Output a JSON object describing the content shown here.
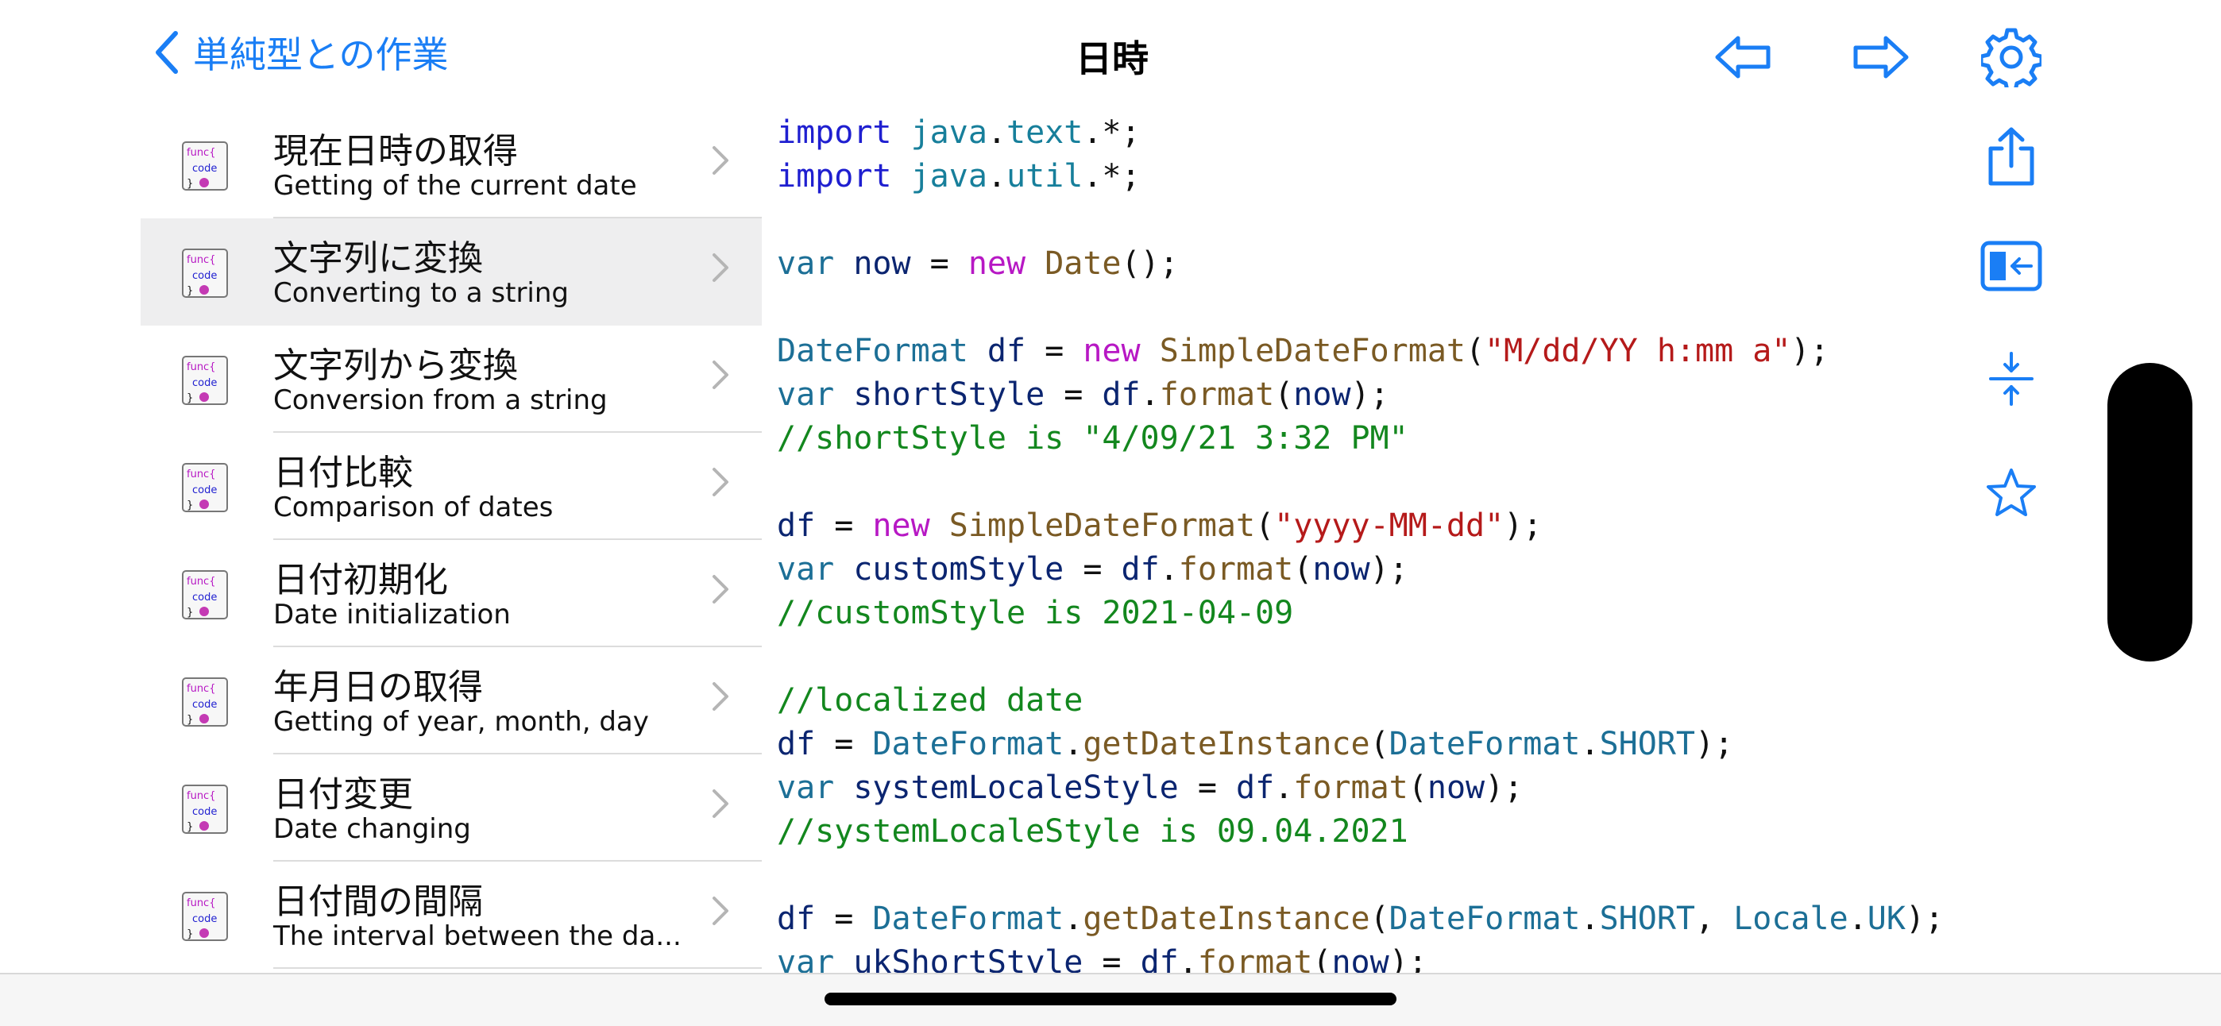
{
  "nav": {
    "back_label": "単純型との作業",
    "title": "日時",
    "icons": [
      "arrow-left-icon",
      "arrow-right-icon",
      "gear-icon"
    ]
  },
  "list": {
    "items": [
      {
        "jp": "現在日時の取得",
        "en": "Getting of the current date",
        "selected": false
      },
      {
        "jp": "文字列に変換",
        "en": "Converting to a string",
        "selected": true
      },
      {
        "jp": "文字列から変換",
        "en": "Conversion from a string",
        "selected": false
      },
      {
        "jp": "日付比較",
        "en": "Comparison of dates",
        "selected": false
      },
      {
        "jp": "日付初期化",
        "en": "Date initialization",
        "selected": false
      },
      {
        "jp": "年月日の取得",
        "en": "Getting of year, month, day",
        "selected": false
      },
      {
        "jp": "日付変更",
        "en": "Date changing",
        "selected": false
      },
      {
        "jp": "日付間の間隔",
        "en": "The interval between the da...",
        "selected": false
      }
    ],
    "thumb": {
      "line1": "func{",
      "line2": "code",
      "line3": "}"
    }
  },
  "code": {
    "lines": [
      [
        [
          "kw",
          "import"
        ],
        [
          "pl",
          " "
        ],
        [
          "pk",
          "java"
        ],
        [
          "pl",
          "."
        ],
        [
          "pk",
          "text"
        ],
        [
          "pl",
          ".*;"
        ]
      ],
      [
        [
          "kw",
          "import"
        ],
        [
          "pl",
          " "
        ],
        [
          "pk",
          "java"
        ],
        [
          "pl",
          "."
        ],
        [
          "pk",
          "util"
        ],
        [
          "pl",
          ".*;"
        ]
      ],
      [],
      [
        [
          "ty",
          "var"
        ],
        [
          "pl",
          " "
        ],
        [
          "id",
          "now"
        ],
        [
          "pl",
          " = "
        ],
        [
          "nw",
          "new"
        ],
        [
          "pl",
          " "
        ],
        [
          "cl",
          "Date"
        ],
        [
          "pl",
          "();"
        ]
      ],
      [],
      [
        [
          "ty",
          "DateFormat"
        ],
        [
          "pl",
          " "
        ],
        [
          "id",
          "df"
        ],
        [
          "pl",
          " = "
        ],
        [
          "nw",
          "new"
        ],
        [
          "pl",
          " "
        ],
        [
          "cl",
          "SimpleDateFormat"
        ],
        [
          "pl",
          "("
        ],
        [
          "st",
          "\"M/dd/YY h:mm a\""
        ],
        [
          "pl",
          ");"
        ]
      ],
      [
        [
          "ty",
          "var"
        ],
        [
          "pl",
          " "
        ],
        [
          "id",
          "shortStyle"
        ],
        [
          "pl",
          " = "
        ],
        [
          "id",
          "df"
        ],
        [
          "pl",
          "."
        ],
        [
          "cl",
          "format"
        ],
        [
          "pl",
          "("
        ],
        [
          "id",
          "now"
        ],
        [
          "pl",
          ");"
        ]
      ],
      [
        [
          "cm",
          "//shortStyle is \"4/09/21 3:32 PM\""
        ]
      ],
      [],
      [
        [
          "id",
          "df"
        ],
        [
          "pl",
          " = "
        ],
        [
          "nw",
          "new"
        ],
        [
          "pl",
          " "
        ],
        [
          "cl",
          "SimpleDateFormat"
        ],
        [
          "pl",
          "("
        ],
        [
          "st",
          "\"yyyy-MM-dd\""
        ],
        [
          "pl",
          ");"
        ]
      ],
      [
        [
          "ty",
          "var"
        ],
        [
          "pl",
          " "
        ],
        [
          "id",
          "customStyle"
        ],
        [
          "pl",
          " = "
        ],
        [
          "id",
          "df"
        ],
        [
          "pl",
          "."
        ],
        [
          "cl",
          "format"
        ],
        [
          "pl",
          "("
        ],
        [
          "id",
          "now"
        ],
        [
          "pl",
          ");"
        ]
      ],
      [
        [
          "cm",
          "//customStyle is 2021-04-09"
        ]
      ],
      [],
      [
        [
          "cm",
          "//localized date"
        ]
      ],
      [
        [
          "id",
          "df"
        ],
        [
          "pl",
          " = "
        ],
        [
          "ty",
          "DateFormat"
        ],
        [
          "pl",
          "."
        ],
        [
          "cl",
          "getDateInstance"
        ],
        [
          "pl",
          "("
        ],
        [
          "ty",
          "DateFormat"
        ],
        [
          "pl",
          "."
        ],
        [
          "ty",
          "SHORT"
        ],
        [
          "pl",
          ");"
        ]
      ],
      [
        [
          "ty",
          "var"
        ],
        [
          "pl",
          " "
        ],
        [
          "id",
          "systemLocaleStyle"
        ],
        [
          "pl",
          " = "
        ],
        [
          "id",
          "df"
        ],
        [
          "pl",
          "."
        ],
        [
          "cl",
          "format"
        ],
        [
          "pl",
          "("
        ],
        [
          "id",
          "now"
        ],
        [
          "pl",
          ");"
        ]
      ],
      [
        [
          "cm",
          "//systemLocaleStyle is 09.04.2021"
        ]
      ],
      [],
      [
        [
          "id",
          "df"
        ],
        [
          "pl",
          " = "
        ],
        [
          "ty",
          "DateFormat"
        ],
        [
          "pl",
          "."
        ],
        [
          "cl",
          "getDateInstance"
        ],
        [
          "pl",
          "("
        ],
        [
          "ty",
          "DateFormat"
        ],
        [
          "pl",
          "."
        ],
        [
          "ty",
          "SHORT"
        ],
        [
          "pl",
          ", "
        ],
        [
          "ty",
          "Locale"
        ],
        [
          "pl",
          "."
        ],
        [
          "ty",
          "UK"
        ],
        [
          "pl",
          ");"
        ]
      ],
      [
        [
          "ty",
          "var"
        ],
        [
          "pl",
          " "
        ],
        [
          "id",
          "ukShortStyle"
        ],
        [
          "pl",
          " = "
        ],
        [
          "id",
          "df"
        ],
        [
          "pl",
          "."
        ],
        [
          "cl",
          "format"
        ],
        [
          "pl",
          "("
        ],
        [
          "id",
          "now"
        ],
        [
          "pl",
          ");"
        ]
      ]
    ]
  },
  "side_toolbar": {
    "icons": [
      "share-icon",
      "sidebar-collapse-icon",
      "compress-icon",
      "star-icon"
    ]
  },
  "colors": {
    "accent": "#1a7ef5",
    "keyword": "#1f1fd0",
    "package": "#177f9b",
    "type": "#1c6f96",
    "identifier": "#0b2570",
    "new_keyword": "#b718c4",
    "class_method": "#7a5a24",
    "string": "#b51a1a",
    "comment": "#13871e",
    "selected_row": "#eeeeef"
  }
}
